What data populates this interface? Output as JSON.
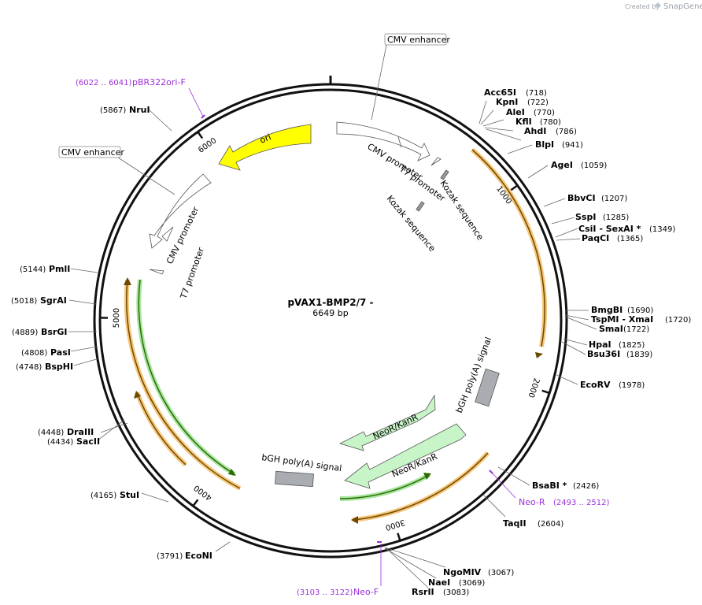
{
  "header": {
    "created_by": "Created by",
    "brand": "SnapGene"
  },
  "plasmid": {
    "name": "pVAX1-BMP2/7 -",
    "length": "6649 bp"
  },
  "ticks": [
    "1000",
    "2000",
    "3000",
    "4000",
    "5000",
    "6000"
  ],
  "enzymes": [
    {
      "name": "Acc65I",
      "pos": "(718)"
    },
    {
      "name": "KpnI",
      "pos": "(722)"
    },
    {
      "name": "AleI",
      "pos": "(770)"
    },
    {
      "name": "KflI",
      "pos": "(780)"
    },
    {
      "name": "AhdI",
      "pos": "(786)"
    },
    {
      "name": "BlpI",
      "pos": "(941)"
    },
    {
      "name": "AgeI",
      "pos": "(1059)"
    },
    {
      "name": "BbvCI",
      "pos": "(1207)"
    },
    {
      "name": "SspI",
      "pos": "(1285)"
    },
    {
      "name": "CsiI  - SexAI *",
      "pos": "(1349)"
    },
    {
      "name": "PaqCI",
      "pos": "(1365)"
    },
    {
      "name": "BmgBI",
      "pos": "(1690)"
    },
    {
      "name": "TspMI  - XmaI",
      "pos": "(1720)"
    },
    {
      "name": "SmaI",
      "pos": "(1722)"
    },
    {
      "name": "HpaI",
      "pos": "(1825)"
    },
    {
      "name": "Bsu36I",
      "pos": "(1839)"
    },
    {
      "name": "EcoRV",
      "pos": "(1978)"
    },
    {
      "name": "BsaBI *",
      "pos": "(2426)"
    },
    {
      "name": "TaqII",
      "pos": "(2604)"
    },
    {
      "name": "NgoMIV",
      "pos": "(3067)"
    },
    {
      "name": "NaeI",
      "pos": "(3069)"
    },
    {
      "name": "RsrII",
      "pos": "(3083)"
    },
    {
      "name": "EcoNI",
      "pos": "(3791)"
    },
    {
      "name": "StuI",
      "pos": "(4165)"
    },
    {
      "name": "DraIII",
      "pos": "(4448)"
    },
    {
      "name": "SacII",
      "pos": "(4434)"
    },
    {
      "name": "BspHI",
      "pos": "(4748)"
    },
    {
      "name": "PasI",
      "pos": "(4808)"
    },
    {
      "name": "BsrGI",
      "pos": "(4889)"
    },
    {
      "name": "SgrAI",
      "pos": "(5018)"
    },
    {
      "name": "PmlI",
      "pos": "(5144)"
    },
    {
      "name": "NruI",
      "pos": "(5867)"
    }
  ],
  "primers": [
    {
      "name": "pBR322ori-F",
      "pos": "(6022 .. 6041)"
    },
    {
      "name": "Neo-R",
      "pos": "(2493 .. 2512)"
    },
    {
      "name": "Neo-F",
      "pos": "(3103 .. 3122)"
    }
  ],
  "features": {
    "cmv_enhancer_top": "CMV enhancer",
    "cmv_enhancer_left": "CMV enhancer",
    "cmv_promoter_1": "CMV promoter",
    "t7_promoter_1": "T7 promoter",
    "kozak_1": "Kozak sequence",
    "kozak_2": "Kozak sequence",
    "cmv_promoter_2": "CMV promoter",
    "t7_promoter_2": "T7 promoter",
    "ori": "ori",
    "bgh_1": "bGH poly(A) signal",
    "bgh_2": "bGH poly(A) signal",
    "neo_1": "NeoR/KanR",
    "neo_2": "NeoR/KanR"
  },
  "colors": {
    "backbone": "#111111",
    "ori": "#ffff00",
    "neo": "#c8f5c8",
    "bgh": "#a9adb2",
    "promoter": "#ffffff",
    "orf_orange": "#f7c67a",
    "orf_green": "#a8e6a0",
    "primer": "#9b30d9"
  }
}
